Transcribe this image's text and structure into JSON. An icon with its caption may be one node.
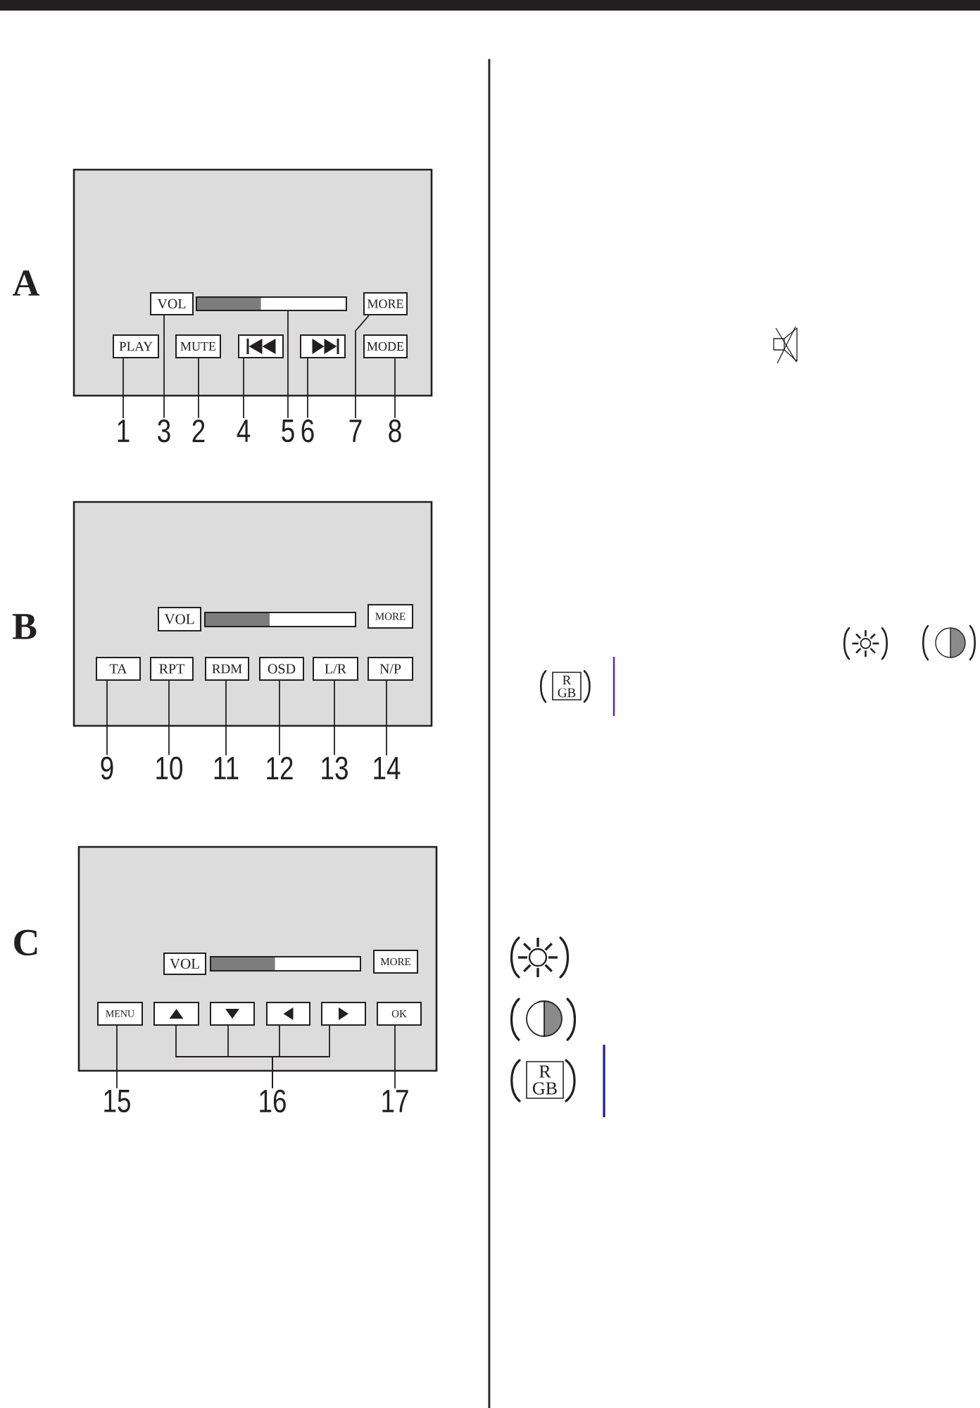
{
  "diagram": {
    "nodes": [
      {
        "text": [],
        "shape": "box",
        "beside": [
          "A"
        ]
      },
      {
        "text": [
          "VOL"
        ],
        "in": 0
      },
      {
        "text": [],
        "shape": "bar",
        "in": 0
      },
      {
        "text": [
          "MORE"
        ],
        "in": 0
      },
      {
        "text": [
          "PLAY"
        ],
        "in": 0
      },
      {
        "text": [
          "MUTE"
        ],
        "in": 0
      },
      {
        "text": [],
        "shape": "box",
        "in": 0
      },
      {
        "text": [],
        "shape": "box",
        "in": 0
      },
      {
        "text": [
          "MODE"
        ],
        "in": 0
      },
      {
        "text": [
          "1"
        ]
      },
      {
        "text": [
          "3"
        ]
      },
      {
        "text": [
          "2"
        ]
      },
      {
        "text": [
          "4"
        ]
      },
      {
        "text": [
          "5"
        ]
      },
      {
        "text": [
          "6"
        ]
      },
      {
        "text": [
          "7"
        ]
      },
      {
        "text": [
          "8"
        ]
      },
      {
        "text": [],
        "shape": "box",
        "beside": [
          "B"
        ]
      },
      {
        "text": [
          "VOL"
        ],
        "in": 17
      },
      {
        "text": [],
        "shape": "bar",
        "in": 17
      },
      {
        "text": [
          "MORE"
        ],
        "in": 17
      },
      {
        "text": [
          "TA"
        ],
        "in": 17
      },
      {
        "text": [
          "RPT"
        ],
        "in": 17
      },
      {
        "text": [
          "RDM"
        ],
        "in": 17
      },
      {
        "text": [
          "OSD"
        ],
        "in": 17
      },
      {
        "text": [
          "L/R"
        ],
        "in": 17
      },
      {
        "text": [
          "N/P"
        ],
        "in": 17
      },
      {
        "text": [
          "9"
        ]
      },
      {
        "text": [
          "10"
        ]
      },
      {
        "text": [
          "11"
        ]
      },
      {
        "text": [
          "12"
        ]
      },
      {
        "text": [
          "13"
        ]
      },
      {
        "text": [
          "14"
        ]
      },
      {
        "text": [],
        "shape": "box",
        "beside": [
          "C"
        ]
      },
      {
        "text": [
          "VOL"
        ],
        "in": 33
      },
      {
        "text": [],
        "shape": "bar",
        "in": 33
      },
      {
        "text": [
          "MORE"
        ],
        "in": 33
      },
      {
        "text": [
          "MENU"
        ],
        "in": 33
      },
      {
        "text": [],
        "shape": "box",
        "in": 33
      },
      {
        "text": [],
        "shape": "box",
        "in": 33
      },
      {
        "text": [],
        "shape": "box",
        "in": 33
      },
      {
        "text": [],
        "shape": "box",
        "in": 33
      },
      {
        "text": [
          "OK"
        ],
        "in": 33
      },
      {
        "text": [
          "15"
        ]
      },
      {
        "text": [
          "16"
        ]
      },
      {
        "text": [
          "17"
        ]
      }
    ],
    "edges": [
      {
        "from": 9,
        "to": 4,
        "arrow": "none"
      },
      {
        "from": 10,
        "to": 1,
        "arrow": "none"
      },
      {
        "from": 11,
        "to": 5,
        "arrow": "none"
      },
      {
        "from": 12,
        "to": 6,
        "arrow": "none"
      },
      {
        "from": 13,
        "to": 2,
        "arrow": "none"
      },
      {
        "from": 14,
        "to": 7,
        "arrow": "none"
      },
      {
        "from": 15,
        "to": 3,
        "arrow": "none"
      },
      {
        "from": 16,
        "to": 8,
        "arrow": "none"
      },
      {
        "from": 27,
        "to": 21,
        "arrow": "none"
      },
      {
        "from": 28,
        "to": 22,
        "arrow": "none"
      },
      {
        "from": 29,
        "to": 23,
        "arrow": "none"
      },
      {
        "from": 30,
        "to": 24,
        "arrow": "none"
      },
      {
        "from": 31,
        "to": 25,
        "arrow": "none"
      },
      {
        "from": 32,
        "to": 26,
        "arrow": "none"
      },
      {
        "from": 43,
        "to": 37,
        "arrow": "none"
      },
      {
        "from": 44,
        "to": 38,
        "arrow": "none"
      },
      {
        "from": 44,
        "to": 39,
        "arrow": "none"
      },
      {
        "from": 44,
        "to": 40,
        "arrow": "none"
      },
      {
        "from": 44,
        "to": 41,
        "arrow": "none"
      },
      {
        "from": 45,
        "to": 42,
        "arrow": "none"
      }
    ],
    "labels": [
      "R",
      "GB",
      "R",
      "GB"
    ]
  }
}
